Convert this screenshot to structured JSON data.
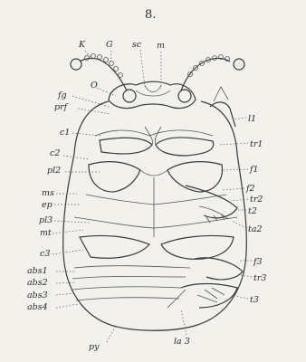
{
  "figure": {
    "number": "8."
  },
  "labels": {
    "K": "K",
    "G": "G",
    "sc": "sc",
    "m": "m",
    "fg": "fg",
    "O": "O",
    "prf": "prf",
    "c1": "c1",
    "c2": "c2",
    "pl2": "pl2",
    "ms": "ms",
    "ep": "ep",
    "pl3": "pl3",
    "mt": "mt",
    "c3": "c3",
    "abs1": "abs1",
    "abs2": "abs2",
    "abs3": "abs3",
    "abs4": "abs4",
    "py": "py",
    "la3": "la 3",
    "l1": "l1",
    "tr1": "tr1",
    "f1": "f1",
    "f2": "f2",
    "tr2": "tr2",
    "t2": "t2",
    "ta2": "ta2",
    "f3": "f3",
    "tr3": "tr3",
    "t3": "t3"
  }
}
